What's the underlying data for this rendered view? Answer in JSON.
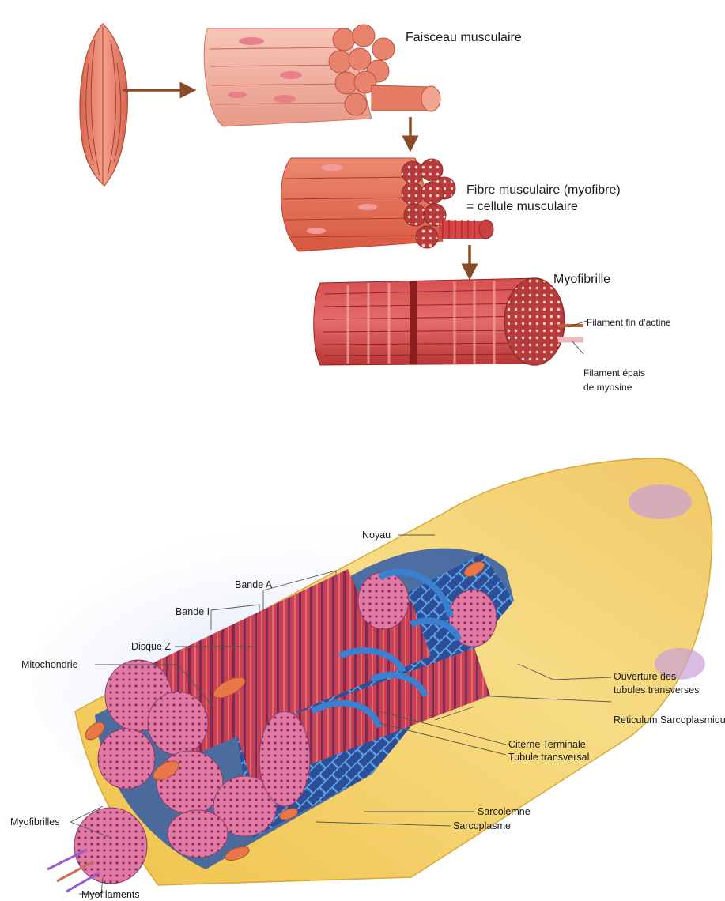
{
  "top_panel": {
    "labels": {
      "bundle": "Faisceau musculaire",
      "fibre_line1": "Fibre musculaire (myofibre)",
      "fibre_line2": "= cellule musculaire",
      "myofibril": "Myofibrille",
      "actin": "Filament fin d’actine",
      "myosin_line1": "Filament épais",
      "myosin_line2": "de myosine"
    },
    "colors": {
      "arrow": "#8a4a25",
      "muscle": "#e8836c",
      "fibre": "#d9503f",
      "myofibril": "#c93c3c"
    }
  },
  "bottom_panel": {
    "labels": {
      "noyau": "Noyau",
      "bande_a": "Bande A",
      "bande_i": "Bande I",
      "disque_z": "Disque Z",
      "mitochondrie": "Mitochondrie",
      "ouverture_1": "Ouverture des",
      "ouverture_2": "tubules transverses",
      "reticulum": "Reticulum Sarcoplasmique",
      "citerne": "Citerne Terminale",
      "tubule": "Tubule transversal",
      "sarcolemne": "Sarcolemne",
      "sarcoplasme": "Sarcoplasme",
      "myofibrilles": "Myofibrilles",
      "myofilaments": "Myofilaments"
    },
    "colors": {
      "sarcolemma": "#f4d470",
      "reticulum": "#3b7fc8",
      "myofibril": "#c84a63",
      "mitochondria": "#e8774a"
    }
  }
}
